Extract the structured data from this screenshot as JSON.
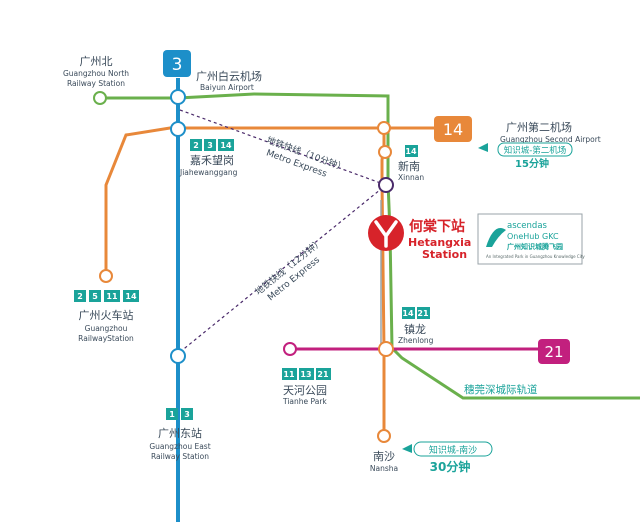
{
  "line_badges": {
    "line3": "3",
    "line14": "14",
    "line21": "21"
  },
  "stations": {
    "guangzhou_north": {
      "cn": "广州北",
      "en1": "Guangzhou North",
      "en2": "Railway Station"
    },
    "baiyun_airport": {
      "cn": "广州白云机场",
      "en1": "Baiyun Airport"
    },
    "jiahewanggang": {
      "cn": "嘉禾望岗",
      "en1": "Jiahewanggang",
      "transfers": [
        "2",
        "3",
        "14"
      ]
    },
    "xinnan": {
      "cn": "新南",
      "en1": "Xinnan",
      "transfers": [
        "14"
      ]
    },
    "guangzhou_railway": {
      "cn": "广州火车站",
      "en1": "Guangzhou",
      "en2": "RailwayStation",
      "transfers": [
        "2",
        "5",
        "11",
        "14"
      ]
    },
    "zhenlong": {
      "cn": "镇龙",
      "en1": "Zhenlong",
      "transfers": [
        "14",
        "21"
      ]
    },
    "tianhe_park": {
      "cn": "天河公园",
      "en1": "Tianhe Park",
      "transfers": [
        "11",
        "13",
        "21"
      ]
    },
    "guangzhou_east": {
      "cn": "广州东站",
      "en1": "Guangzhou East",
      "en2": "Railway Station",
      "transfers": [
        "1",
        "3"
      ]
    },
    "nansha": {
      "cn": "南沙",
      "en1": "Nansha"
    },
    "second_airport": {
      "cn": "广州第二机场",
      "en1": "Guangzhou Second Airport"
    }
  },
  "express": {
    "upper_cn": "地铁快线（10分钟）",
    "upper_en": "Metro Express",
    "lower_cn": "地铁快线（12分钟）",
    "lower_en": "Metro Express"
  },
  "hetangxia": {
    "cn": "何棠下站",
    "en1": "Hetangxia",
    "en2": "Station"
  },
  "ascendas": {
    "name1": "ascendas",
    "name2": "OneHub GKC",
    "name_cn": "广州知识城腾飞园",
    "tagline": "An Integrated Park in Guangzhou Knowledge City"
  },
  "callouts": {
    "airport_route": "知识城-第二机场",
    "airport_time": "15分钟",
    "nansha_route": "知识城-南沙",
    "nansha_time": "30分钟",
    "intercity": "穗莞深城际轨道"
  },
  "colors": {
    "line3_blue": "#1d8fc9",
    "line14_orange": "#e8883a",
    "line21_magenta": "#c2207e",
    "green_line": "#6ab04c",
    "transfer_teal": "#1aa39a",
    "express_purple": "#4a2a6a",
    "hetangxia_red": "#d7232a",
    "callout_teal": "#1aa39a"
  }
}
